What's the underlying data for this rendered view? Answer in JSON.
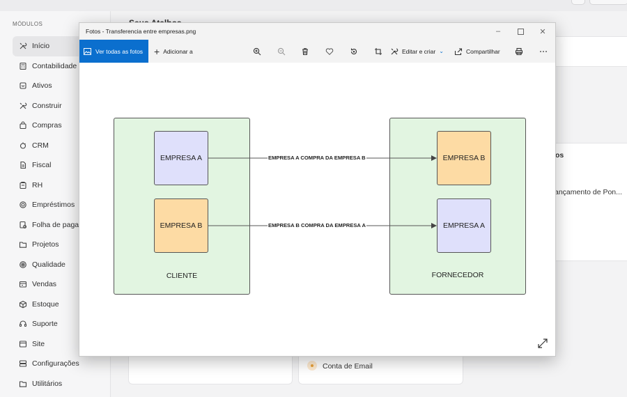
{
  "background": {
    "sidebar": {
      "heading": "MÓDULOS",
      "items": [
        {
          "label": "Início",
          "icon": "tools-icon",
          "active": true
        },
        {
          "label": "Contabilidade",
          "icon": "calculator-icon"
        },
        {
          "label": "Ativos",
          "icon": "box-icon"
        },
        {
          "label": "Construir",
          "icon": "tools-icon"
        },
        {
          "label": "Compras",
          "icon": "shopping-bag-icon"
        },
        {
          "label": "CRM",
          "icon": "crm-icon"
        },
        {
          "label": "Fiscal",
          "icon": "document-icon"
        },
        {
          "label": "RH",
          "icon": "id-card-icon"
        },
        {
          "label": "Empréstimos",
          "icon": "coin-icon"
        },
        {
          "label": "Folha de pagamento",
          "icon": "payroll-icon"
        },
        {
          "label": "Projetos",
          "icon": "folder-icon"
        },
        {
          "label": "Qualidade",
          "icon": "target-icon"
        },
        {
          "label": "Vendas",
          "icon": "store-icon"
        },
        {
          "label": "Estoque",
          "icon": "cube-icon"
        },
        {
          "label": "Suporte",
          "icon": "headset-icon"
        },
        {
          "label": "Site",
          "icon": "window-icon"
        },
        {
          "label": "Configurações",
          "icon": "server-icon"
        },
        {
          "label": "Utilitários",
          "icon": "folder-icon"
        }
      ]
    },
    "main": {
      "title": "Seus Atalhos",
      "card_partial_heading": "os",
      "card_partial_text": "ançamento de Pon...",
      "email_shortcut": "Conta de Email"
    }
  },
  "photos_window": {
    "title": "Fotos - Transferencia entre empresas.png",
    "toolbar": {
      "see_all": "Ver todas as fotos",
      "add_to": "Adicionar a",
      "edit_create": "Editar e criar",
      "share": "Compartilhar"
    },
    "diagram": {
      "left_group": "CLIENTE",
      "right_group": "FORNECEDOR",
      "left_boxes": [
        "EMPRESA A",
        "EMPRESA B"
      ],
      "right_boxes": [
        "EMPRESA B",
        "EMPRESA A"
      ],
      "edges": [
        "EMPRESA A COMPRA DA EMPRESA B",
        "EMPRESA B COMPRA DA EMPRESA A"
      ],
      "colors": {
        "group_fill": "#e2f5e1",
        "box_blue": "#dfe0fb",
        "box_orange": "#fddba4"
      }
    }
  },
  "colors": {
    "accent": "#0b6fce"
  }
}
